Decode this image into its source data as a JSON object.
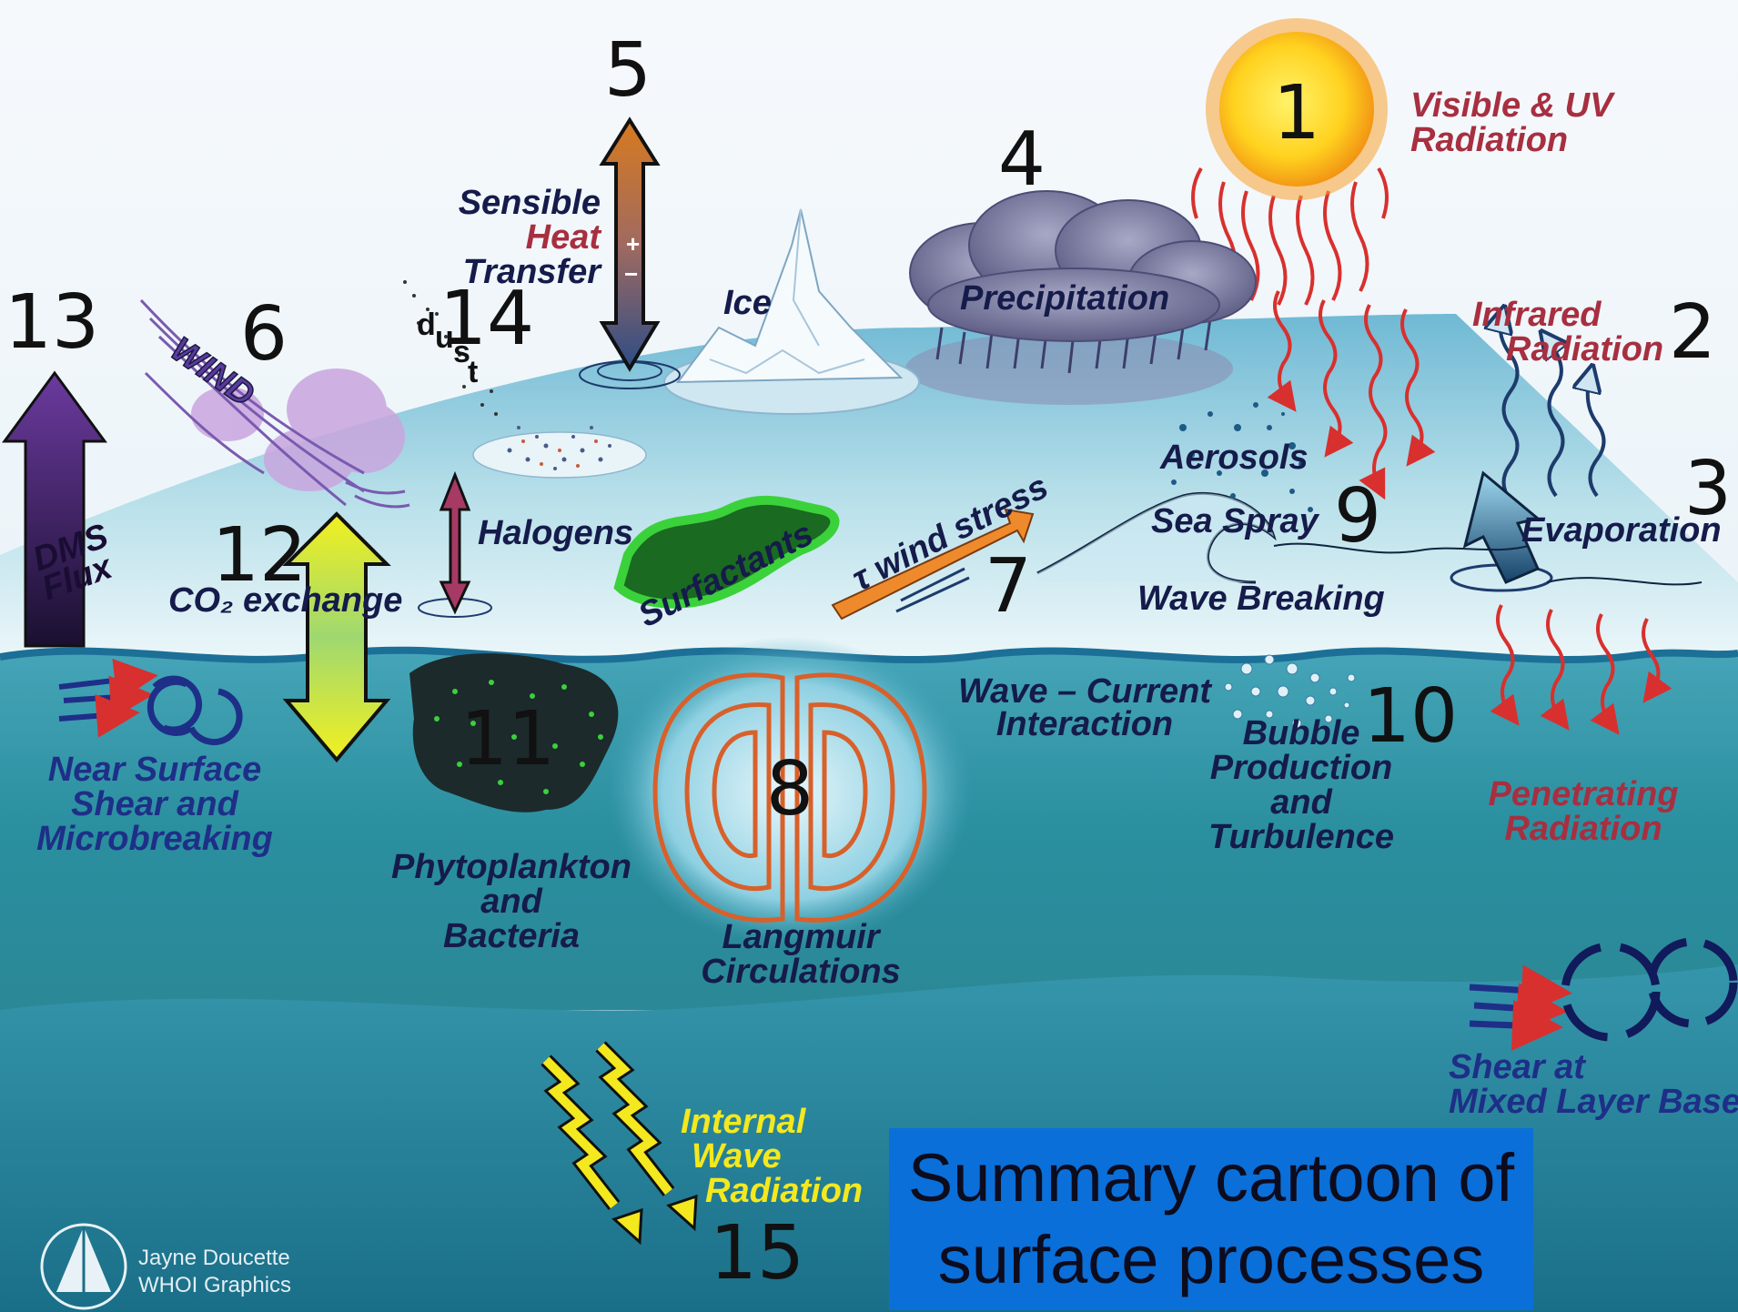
{
  "numbers": [
    "1",
    "2",
    "3",
    "4",
    "5",
    "6",
    "7",
    "8",
    "9",
    "10",
    "11",
    "12",
    "13",
    "14",
    "15"
  ],
  "labels": {
    "visible_uv": [
      "Visible & UV",
      "Radiation"
    ],
    "infrared": [
      "Infrared",
      "Radiation"
    ],
    "evaporation": "Evaporation",
    "precipitation": "Precipitation",
    "sensible_heat": [
      "Sensible",
      "Heat",
      "Transfer"
    ],
    "heat_plus": "+",
    "heat_minus": "−",
    "ice": "Ice",
    "wind": "WIND",
    "dust": [
      "d",
      "u",
      "s",
      "t"
    ],
    "halogens": "Halogens",
    "surfactants": "Surfactants",
    "wind_stress": "τ wind stress",
    "aerosols": "Aerosols",
    "sea_spray": "Sea Spray",
    "wave_breaking": "Wave Breaking",
    "co2_exchange": "CO₂ exchange",
    "dms_flux": [
      "DMS",
      "Flux"
    ],
    "near_surface": [
      "Near Surface",
      "Shear and",
      "Microbreaking"
    ],
    "phytoplankton": [
      "Phytoplankton",
      "and",
      "Bacteria"
    ],
    "langmuir": [
      "Langmuir",
      "Circulations"
    ],
    "wave_current": [
      "Wave – Current",
      "Interaction"
    ],
    "bubble": [
      "Bubble",
      "Production",
      "and",
      "Turbulence"
    ],
    "penetrating": [
      "Penetrating",
      "Radiation"
    ],
    "shear_mixed": [
      "Shear at",
      "Mixed Layer Base"
    ],
    "internal_wave": [
      "Internal",
      "Wave",
      "Radiation"
    ]
  },
  "credit": [
    "Jayne Doucette",
    "WHOI Graphics"
  ],
  "summary": [
    "Summary cartoon of",
    "surface processes"
  ],
  "colors": {
    "sky": "#f2f6fa",
    "ocean_surface": "#2e93b7",
    "ocean_mid": "#2b8d9c",
    "ocean_deep": "#1f7f93",
    "sun": "#ffd21f",
    "summary_box": "#0a6fd8"
  }
}
